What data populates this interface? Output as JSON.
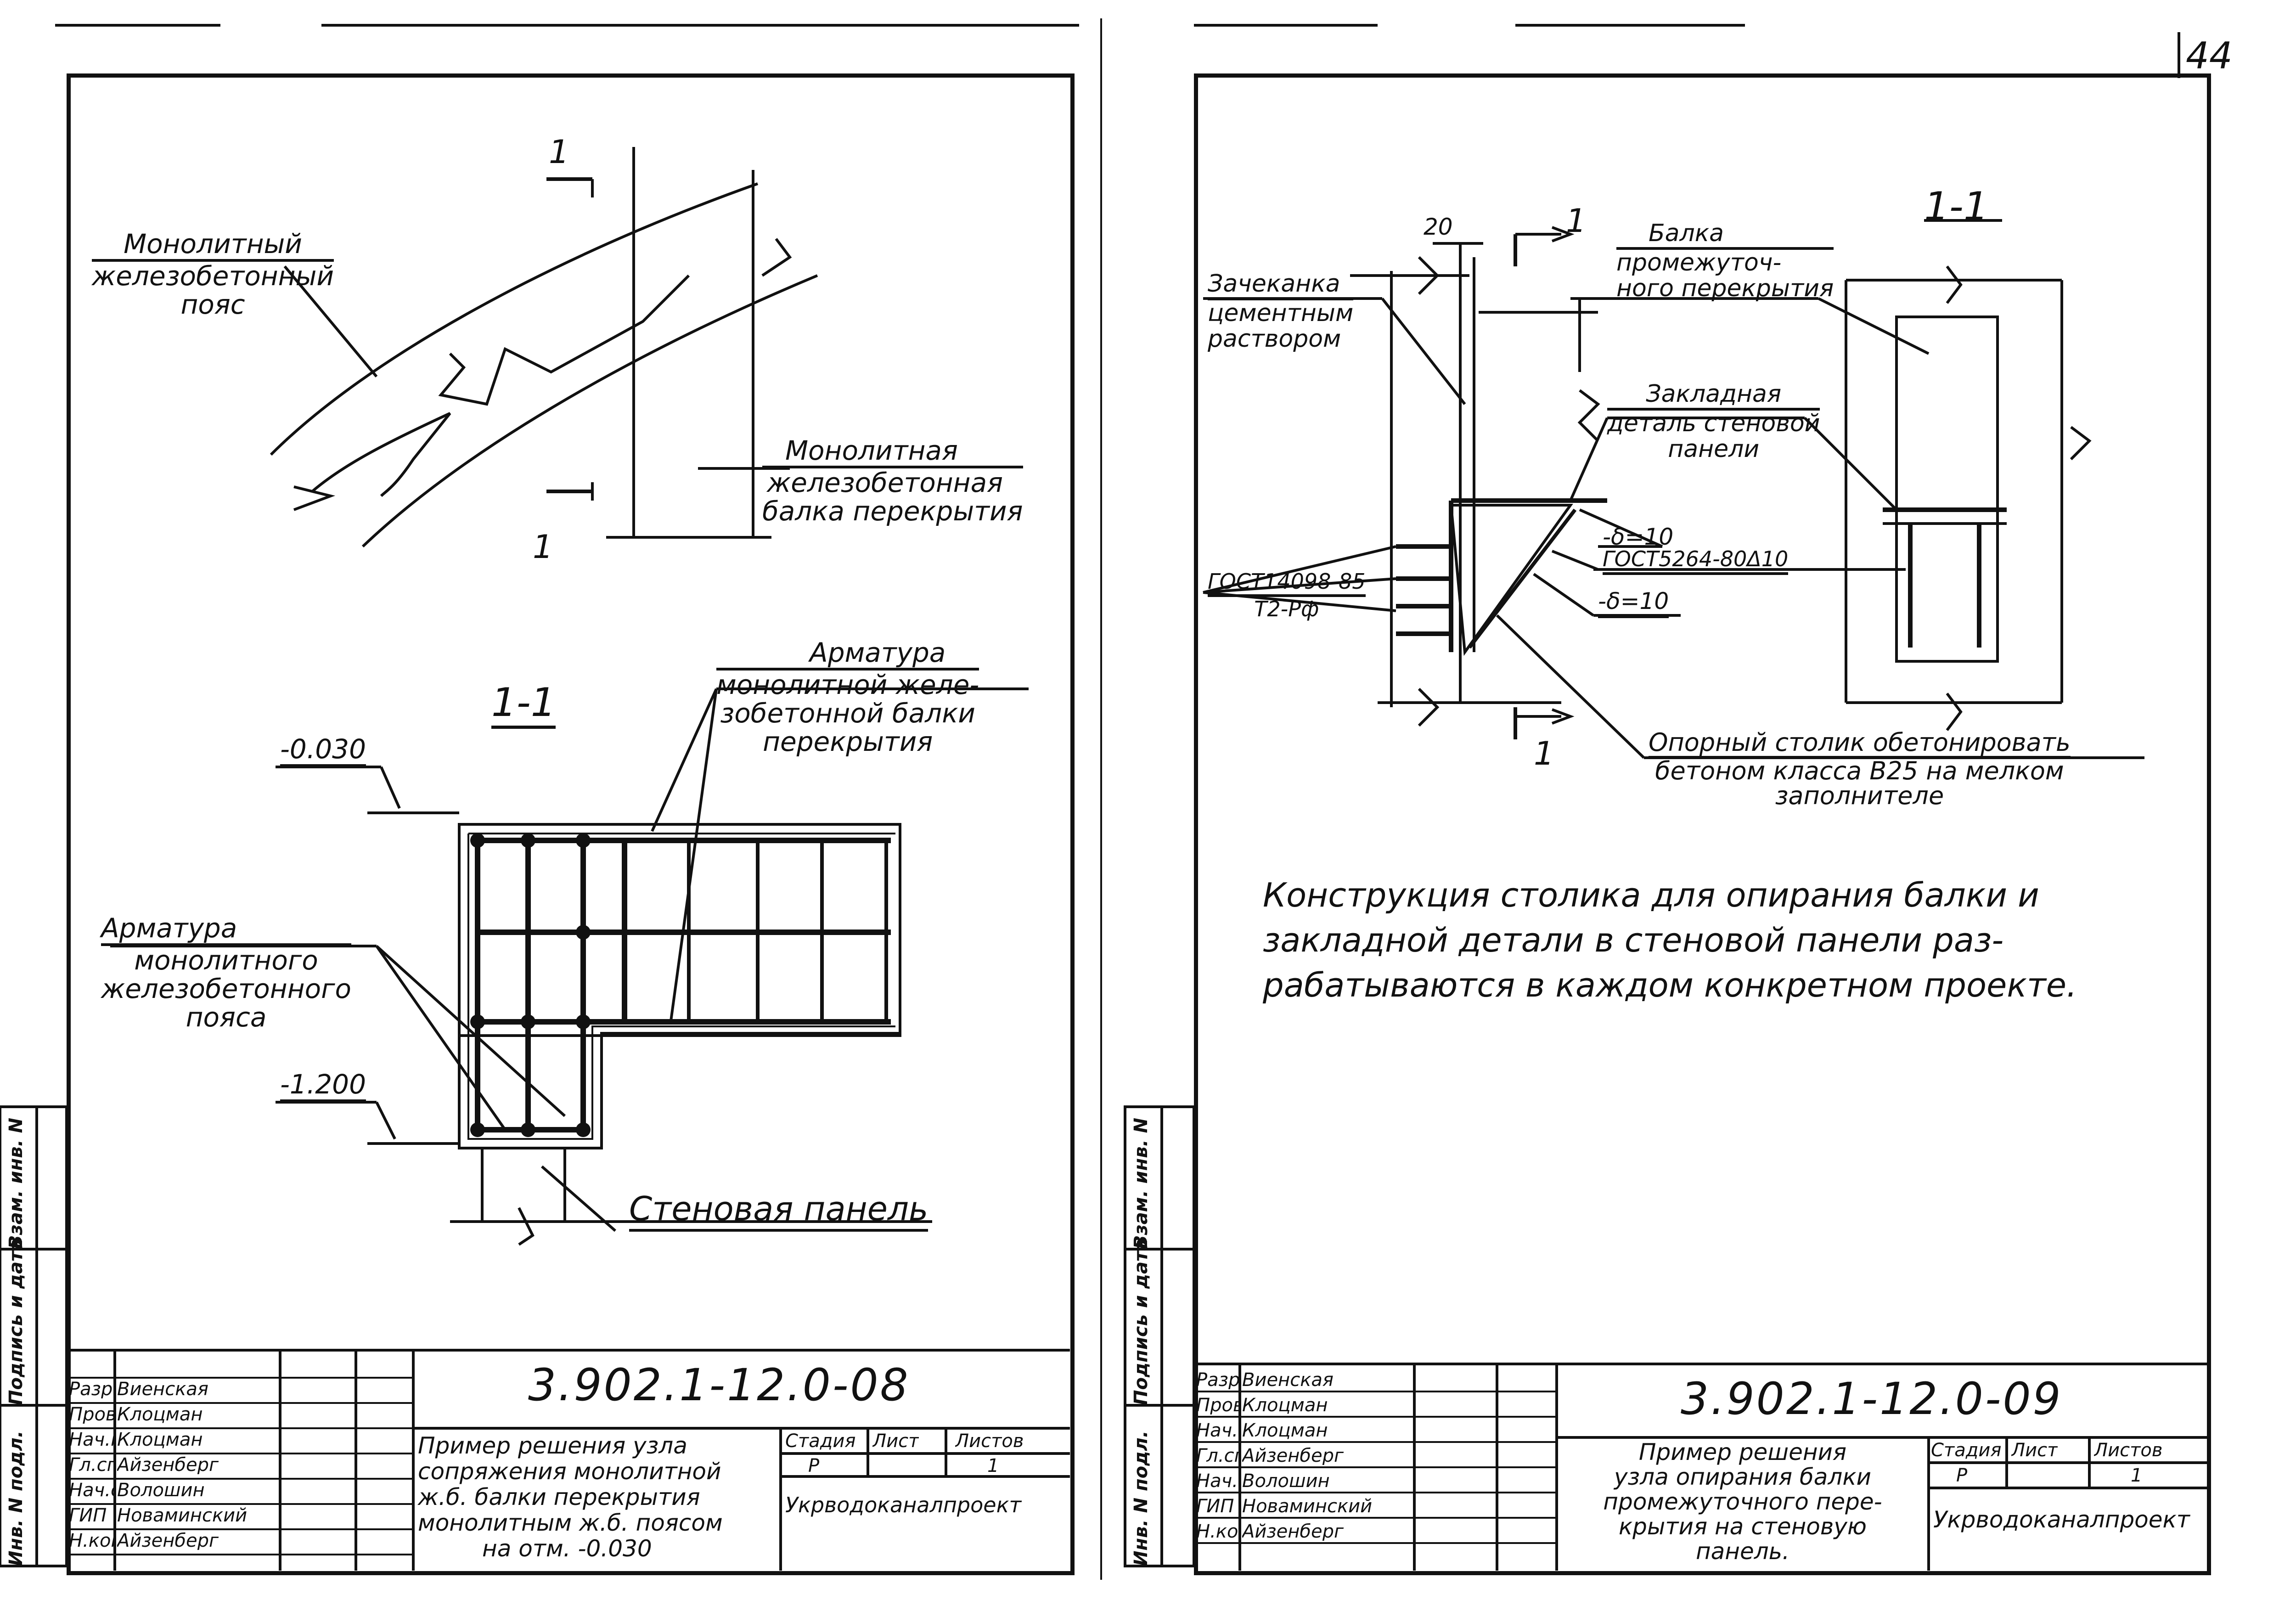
{
  "page_number": "44",
  "left": {
    "beam_diagram": {
      "section_mark_top": "1",
      "section_mark_bottom": "1",
      "callout_belt": [
        "Монолитный",
        "железобетонный",
        "пояс"
      ],
      "callout_beam": [
        "Монолитная",
        "железобетонная",
        "балка перекрытия"
      ]
    },
    "section": {
      "title": "1-1",
      "level_top": "-0.030",
      "level_bottom": "-1.200",
      "callout_beam_rebar": [
        "Арматура",
        "монолитной желе-",
        "зобетонной балки",
        "перекрытия"
      ],
      "callout_belt_rebar": [
        "Арматура",
        "монолитного",
        "железобетонного",
        "пояса"
      ],
      "callout_wall": "Стеновая панель"
    },
    "title_block": {
      "code": "3.902.1-12.0-08",
      "roles": [
        "Разраб.",
        "Провер.",
        "Нач.гр.",
        "Гл.спец.",
        "Нач.отд.",
        "ГИП",
        "Н.контр."
      ],
      "names": [
        "Виенская",
        "Клоцман",
        "Клоцман",
        "Айзенберг",
        "Волошин",
        "Новаминский",
        "Айзенберг"
      ],
      "description": [
        "Пример решения узла",
        "сопряжения монолитной",
        "ж.б. балки перекрытия",
        "монолитным ж.б. поясом",
        "на отм. -0.030"
      ],
      "stage_header": "Стадия",
      "sheet_header": "Лист",
      "sheets_header": "Листов",
      "stage": "Р",
      "sheet": "1",
      "org": "Укрводоканалпроект"
    },
    "margin_stamp": [
      "Инв. N подл.",
      "Подпись и дата",
      "Взам. инв. N"
    ]
  },
  "right": {
    "detail": {
      "dim_20": "20",
      "section_mark_top": "1",
      "section_mark_bottom": "1",
      "callout_caulk": [
        "Зачеканка",
        "цементным",
        "раствором"
      ],
      "callout_beam": [
        "Балка",
        "промежуточ-",
        "ного перекрытия"
      ],
      "callout_embed": [
        "Закладная",
        "деталь стеновой",
        "панели"
      ],
      "plate_1": "-δ=10",
      "gost_1": "ГОСТ5264-80Δ10",
      "plate_2": "-δ=10",
      "gost_2": [
        "ГОСТ14098-85",
        "Т2-Рф"
      ],
      "callout_table": [
        "Опорный столик обетонировать",
        "бетоном класса В25 на мелком",
        "заполнителе"
      ]
    },
    "section": {
      "title": "1-1"
    },
    "note": [
      "Конструкция столика для опирания балки и",
      "закладной детали в стеновой панели раз-",
      "рабатываются в каждом конкретном проекте."
    ],
    "title_block": {
      "code": "3.902.1-12.0-09",
      "roles": [
        "Разраб.",
        "Провер.",
        "Нач.гр.",
        "Гл.спец.",
        "Нач.отд.",
        "ГИП",
        "Н.контр."
      ],
      "names": [
        "Виенская",
        "Клоцман",
        "Клоцман",
        "Айзенберг",
        "Волошин",
        "Новаминский",
        "Айзенберг"
      ],
      "description": [
        "Пример решения",
        "узла опирания балки",
        "промежуточного пере-",
        "крытия на стеновую",
        "панель."
      ],
      "stage_header": "Стадия",
      "sheet_header": "Лист",
      "sheets_header": "Листов",
      "stage": "Р",
      "sheet": "1",
      "org": "Укрводоканалпроект"
    },
    "margin_stamp": [
      "Инв. N подл.",
      "Подпись и дата",
      "Взам. инв. N"
    ]
  }
}
